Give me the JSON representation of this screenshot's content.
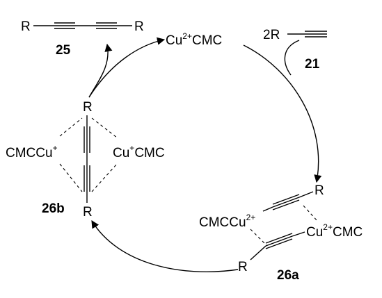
{
  "diagram": {
    "compound_25": {
      "r_left": "R",
      "r_right": "R",
      "label": "25"
    },
    "catalyst": {
      "text": "Cu",
      "charge": "2+",
      "ligand": "CMC"
    },
    "reagent_21": {
      "text": "2R",
      "label": "21"
    },
    "intermediate_26a": {
      "r_top": "R",
      "left_complex": {
        "ligand": "CMCCu",
        "charge": "2+"
      },
      "right_complex": {
        "metal": "Cu",
        "charge": "2+",
        "ligand": "CMC"
      },
      "r_bottom": "R",
      "label": "26a"
    },
    "intermediate_26b": {
      "r_top": "R",
      "left_complex": {
        "ligand": "CMCCu",
        "charge": "+"
      },
      "right_complex": {
        "metal": "Cu",
        "charge": "+",
        "ligand": "CMC"
      },
      "r_bottom": "R",
      "label": "26b"
    }
  }
}
